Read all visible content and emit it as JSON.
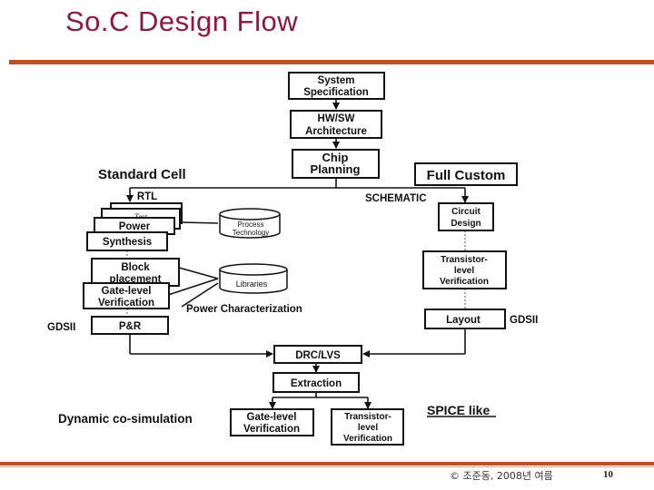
{
  "slide": {
    "title": "So.C Design Flow",
    "copyright": "© 조준동, 2008년 여름",
    "page_number": "10"
  },
  "diagram": {
    "nodes": {
      "system_spec": [
        "System",
        "Specification"
      ],
      "hwsw": [
        "HW/SW",
        "Architecture"
      ],
      "chip_planning": [
        "Chip",
        "Planning"
      ],
      "rtl": "RTL",
      "test": "Test",
      "power": "Power",
      "synthesis": "Synthesis",
      "block_placement": [
        "Block",
        "placement"
      ],
      "gate_verif_left": [
        "Gate-level",
        "Verification"
      ],
      "pnr": "P&R",
      "process_tech": [
        "Process",
        "Technology"
      ],
      "libraries": "Libraries",
      "circuit_design": [
        "Circuit",
        "Design"
      ],
      "transistor_verif_right": [
        "Transistor-",
        "level",
        "Verification"
      ],
      "layout": "Layout",
      "drc_lvs": "DRC/LVS",
      "extraction": "Extraction",
      "gate_verif_bottom": [
        "Gate-level",
        "Verification"
      ],
      "transistor_verif_bottom": [
        "Transistor-",
        "level",
        "Verification"
      ]
    },
    "labels": {
      "standard_cell": "Standard Cell",
      "full_custom": "Full Custom",
      "schematic": "SCHEMATIC",
      "power_characterization": "Power Characterization",
      "gdsii_left": "GDSII",
      "gdsii_right": "GDSII",
      "dynamic_cosim": "Dynamic co-simulation",
      "spice_like": "SPICE like"
    }
  }
}
